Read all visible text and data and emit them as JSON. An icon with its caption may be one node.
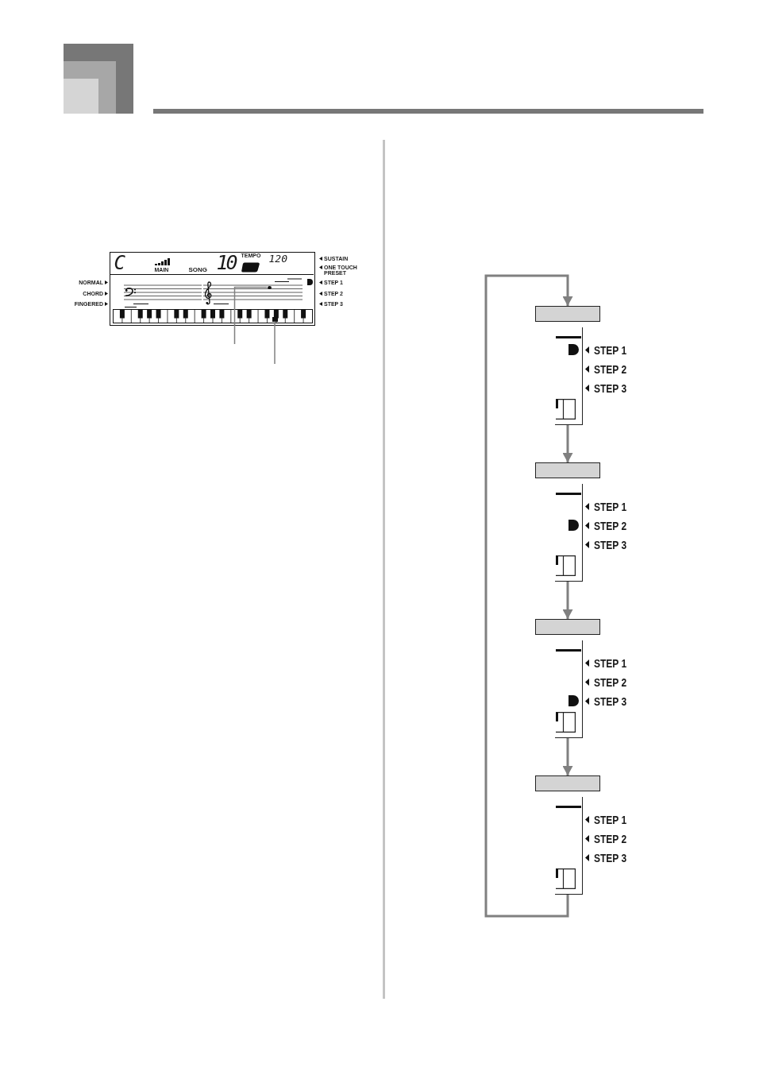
{
  "diagram": {
    "nodes": [
      {
        "text": [
          "C",
          "MAIN",
          "SONG",
          "10",
          "TEMPO",
          "120"
        ]
      },
      {
        "text": [],
        "shape": "circle",
        "in": 0
      },
      {
        "text": [],
        "shape": "box",
        "in": 0
      },
      {
        "text": [],
        "shape": "box"
      },
      {
        "text": [],
        "shape": "picture",
        "beside": [
          "STEP 1",
          "STEP 2",
          "STEP 3"
        ]
      },
      {
        "text": [],
        "shape": "box"
      },
      {
        "text": [],
        "shape": "picture",
        "beside": [
          "STEP 1",
          "STEP 2",
          "STEP 3"
        ]
      },
      {
        "text": [],
        "shape": "box"
      },
      {
        "text": [],
        "shape": "picture",
        "beside": [
          "STEP 1",
          "STEP 2",
          "STEP 3"
        ]
      },
      {
        "text": [],
        "shape": "box"
      },
      {
        "text": [],
        "shape": "picture",
        "beside": [
          "STEP 1",
          "STEP 2",
          "STEP 3"
        ]
      }
    ],
    "edges": [
      {
        "from": null,
        "to": 1,
        "arrow": "none"
      },
      {
        "from": null,
        "to": 2,
        "arrow": "none"
      },
      {
        "from": 4,
        "to": 5,
        "arrow": "to"
      },
      {
        "from": 6,
        "to": 7,
        "arrow": "to"
      },
      {
        "from": 8,
        "to": 9,
        "arrow": "to"
      },
      {
        "from": 10,
        "to": 3,
        "arrow": "to"
      }
    ],
    "labels": [
      "SUSTAIN",
      "ONE TOUCH PRESET",
      "NORMAL",
      "STEP 1",
      "CHORD",
      "STEP 2",
      "FINGERED",
      "STEP 3"
    ]
  }
}
